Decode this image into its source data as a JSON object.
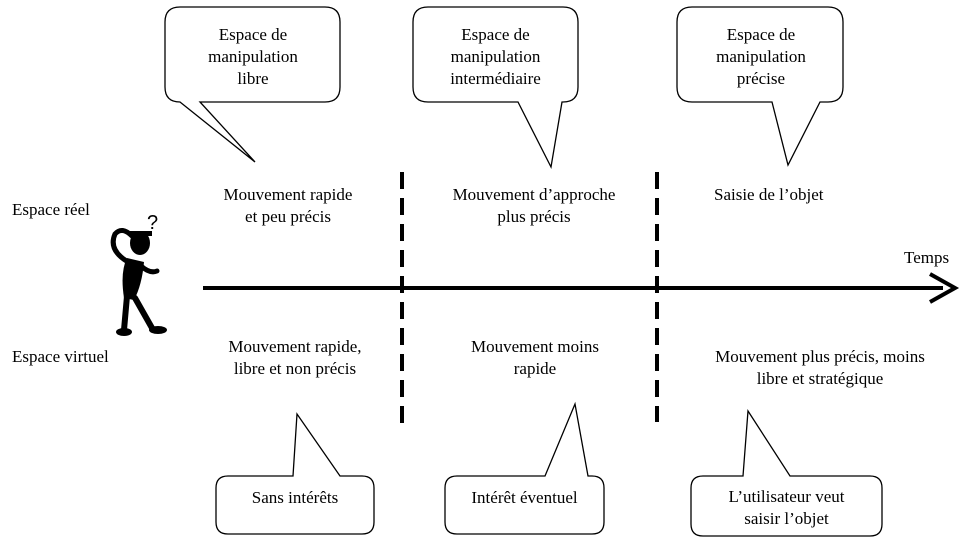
{
  "top_bubbles": [
    {
      "text": "Espace de\nmanipulation\nlibre"
    },
    {
      "text": "Espace de\nmanipulation\nintermédiaire"
    },
    {
      "text": "Espace de\nmanipulation\nprécise"
    }
  ],
  "bottom_bubbles": [
    {
      "text": "Sans intérêts"
    },
    {
      "text": "Intérêt éventuel"
    },
    {
      "text": "L’utilisateur veut\nsaisir l’objet"
    }
  ],
  "upper_texts": [
    "Mouvement rapide\net peu précis",
    "Mouvement d’approche\nplus précis",
    "Saisie de l’objet"
  ],
  "lower_texts": [
    "Mouvement rapide,\nlibre  et non précis",
    "Mouvement moins\nrapide",
    "Mouvement plus précis, moins\nlibre et stratégique"
  ],
  "left_labels": {
    "real": "Espace réel",
    "virtual": "Espace virtuel"
  },
  "axis_label": "Temps",
  "figure_icon": "confused-person-icon",
  "question_mark": "?"
}
